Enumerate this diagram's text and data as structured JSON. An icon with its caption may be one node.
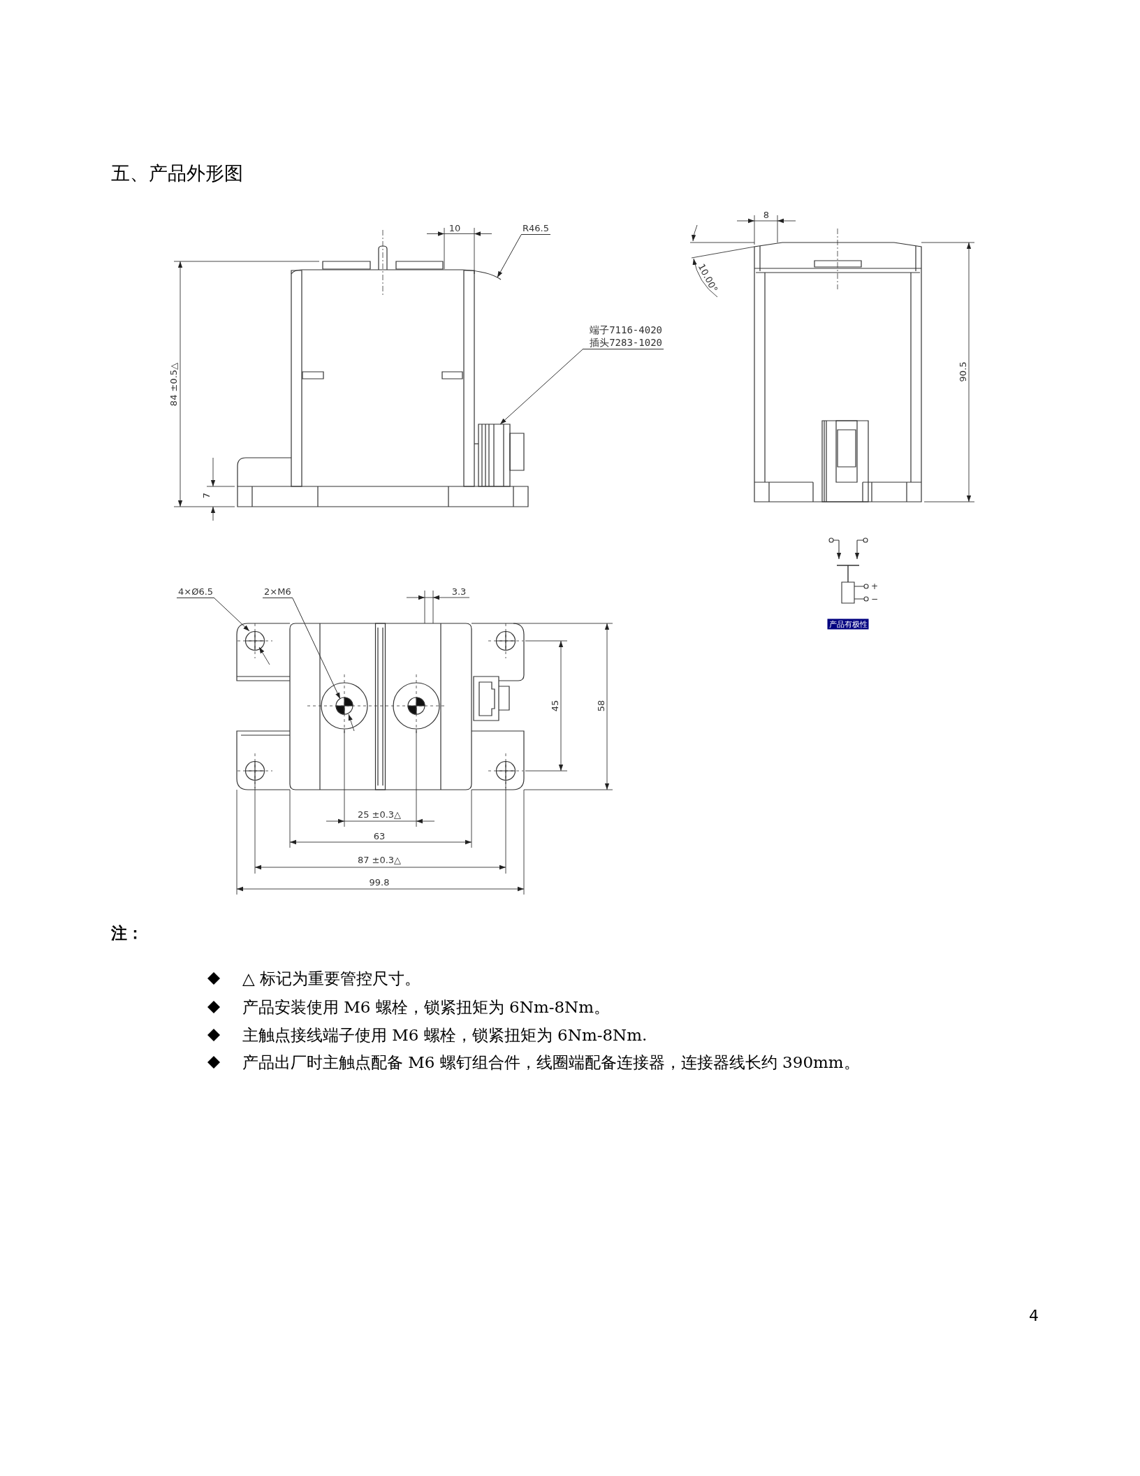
{
  "diagram": {
    "title": "五、产品外形图",
    "nodes": [
      {
        "text": [
          "R46.5"
        ]
      },
      {
        "text": [
          "端子7116-4020 插头7283-1020"
        ]
      },
      {
        "text": [
          "4×Ø6.5"
        ]
      },
      {
        "text": [
          "2×M6"
        ]
      },
      {
        "text": [],
        "shape": "picture"
      },
      {
        "text": [],
        "shape": "picture"
      }
    ],
    "edges": [
      {
        "from": 0,
        "to": 4,
        "arrow": "to"
      },
      {
        "from": 1,
        "to": 5,
        "arrow": "to"
      },
      {
        "from": 2,
        "to": null,
        "arrow": "to"
      },
      {
        "from": 3,
        "to": null,
        "arrow": "to"
      }
    ],
    "labels": [
      "10",
      "8",
      "10.00°",
      "84 ±0.5△",
      "90.5",
      "7",
      "+",
      "−",
      "产品有极性",
      "3.3",
      "45",
      "58",
      "25 ±0.3△",
      "63",
      "87 ±0.3△",
      "99.8",
      "注：",
      "△ 标记为重要管控尺寸。",
      "产品安装使用 M6 螺栓，锁紧扭矩为 6Nm-8Nm。",
      "主触点接线端子使用 M6 螺栓，锁紧扭矩为 6Nm-8Nm.",
      "产品出厂时主触点配备 M6 螺钉组合件，线圈端配备连接器，连接器线长约 390mm。",
      "4"
    ]
  }
}
